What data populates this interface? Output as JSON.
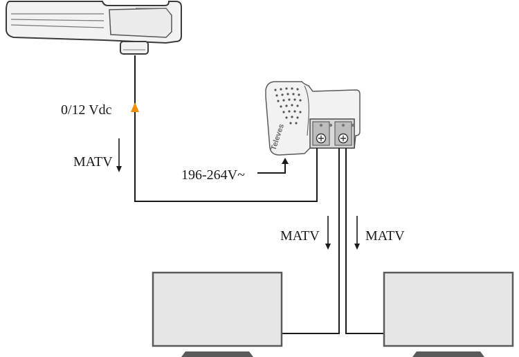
{
  "labels": {
    "dc_voltage": "0/12  Vdc",
    "matv_feed": "MATV",
    "mains_voltage": "196-264V~",
    "matv_output_1": "MATV",
    "matv_output_2": "MATV"
  },
  "power_supply": {
    "brand": "Televes"
  },
  "colors": {
    "line": "#1a1a1a",
    "device_outline": "#5a5a5a",
    "device_fill": "#f2f2f2",
    "screen_fill": "#e6e6e6",
    "dc_arrow": "#f28c00"
  },
  "icons": {
    "antenna": "antenna-amplifier-icon",
    "psu": "power-supply-unit-icon",
    "tv": "tv-monitor-icon"
  }
}
